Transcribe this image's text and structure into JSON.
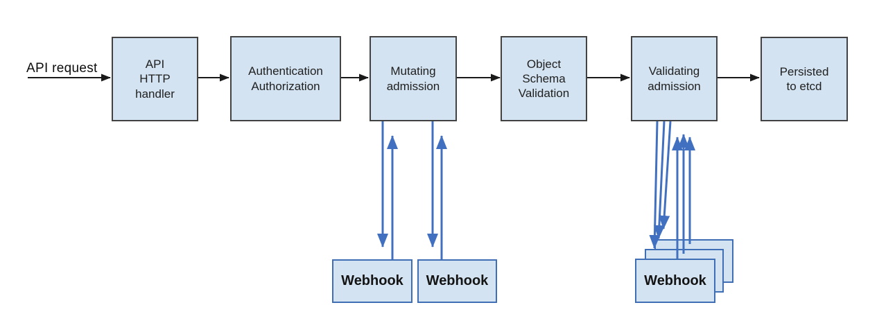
{
  "labels": {
    "api_request": "API request"
  },
  "nodes": [
    {
      "id": "api-http-handler",
      "label": "API\nHTTP\nhandler"
    },
    {
      "id": "authentication-authorization",
      "label": "Authentication\nAuthorization"
    },
    {
      "id": "mutating-admission",
      "label": "Mutating\nadmission"
    },
    {
      "id": "object-schema-validation",
      "label": "Object\nSchema\nValidation"
    },
    {
      "id": "validating-admission",
      "label": "Validating\nadmission"
    },
    {
      "id": "persisted-to-etcd",
      "label": "Persisted\nto etcd"
    }
  ],
  "webhooks": {
    "mutating": [
      "Webhook",
      "Webhook"
    ],
    "validating": [
      "Webhook"
    ]
  },
  "colors": {
    "box_fill": "#d3e3f1",
    "box_border": "#424242",
    "webhook_border": "#3f6eb5",
    "arrow_black": "#1a1a1a",
    "arrow_blue": "#4170c0"
  }
}
